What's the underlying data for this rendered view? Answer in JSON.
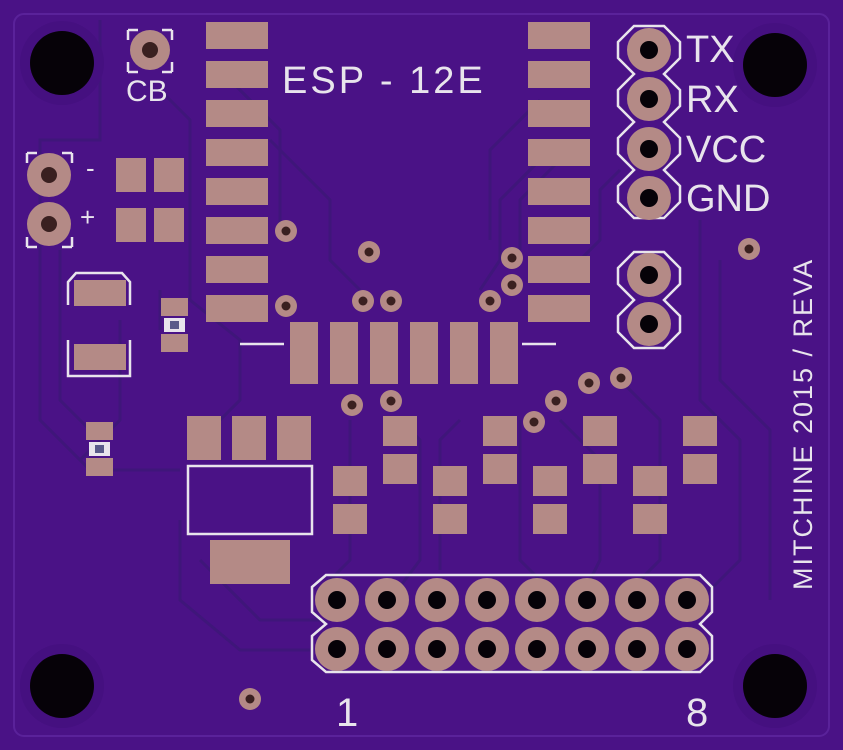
{
  "board": {
    "colors": {
      "substrate": "#4a1286",
      "copper_pad": "#b48a86",
      "silkscreen": "#e8e4ec",
      "drill": "#060208"
    }
  },
  "labels": {
    "module": "ESP - 12E",
    "cb": "CB",
    "minus": "-",
    "plus": "+",
    "tx": "TX",
    "rx": "RX",
    "vcc": "VCC",
    "gnd": "GND",
    "pin_first": "1",
    "pin_last": "8",
    "credit": "MITCHINE 2015 / REVA"
  }
}
